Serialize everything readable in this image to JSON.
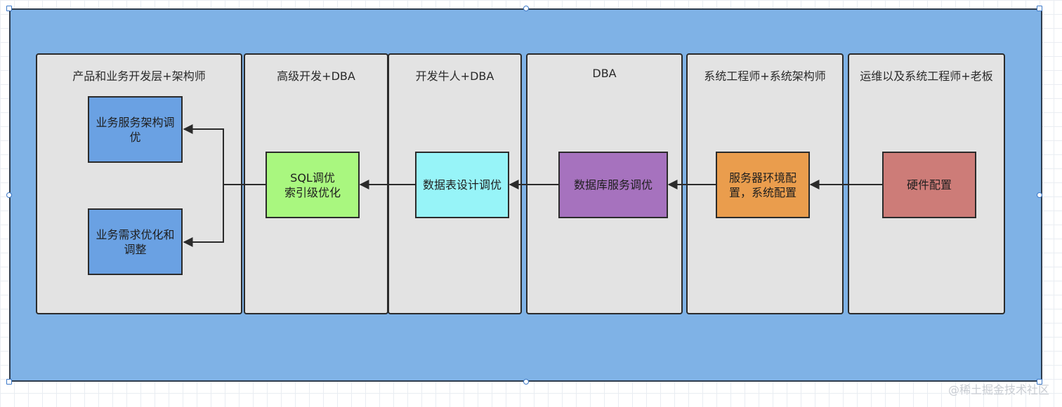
{
  "colors": {
    "canvas": "#7fb2e6",
    "lane": "#e3e3e3",
    "node_business": "#6aa1e3",
    "node_sql": "#a9f77f",
    "node_table": "#97f4f8",
    "node_db": "#a672be",
    "node_server": "#ea9d4d",
    "node_hardware": "#cd7c78",
    "edge": "#2b2b2b"
  },
  "lanes": [
    {
      "title": "产品和业务开发层+架构师"
    },
    {
      "title": "高级开发+DBA"
    },
    {
      "title": "开发牛人+DBA"
    },
    {
      "title": "DBA"
    },
    {
      "title": "系统工程师+系统架构师"
    },
    {
      "title": "运维以及系统工程师+老板"
    }
  ],
  "nodes": {
    "business_arch": "业务服务架构调优",
    "business_req": "业务需求优化和调整",
    "sql": "SQL调优\n索引级优化",
    "table_design": "数据表设计调优",
    "db_service": "数据库服务调优",
    "server_env": "服务器环境配置，系统配置",
    "hardware": "硬件配置"
  },
  "watermark": "@稀土掘金技术社区"
}
